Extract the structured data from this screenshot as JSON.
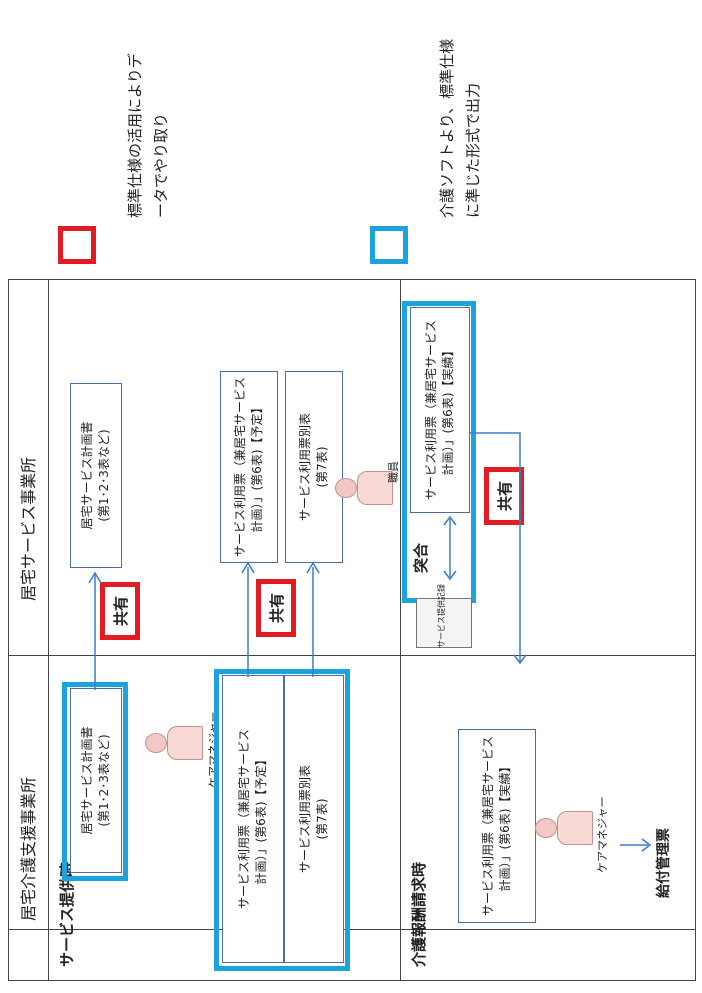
{
  "columns": {
    "care_support": "居宅介護支援事業所",
    "home_service": "居宅サービス事業所"
  },
  "rows": {
    "service_time": "サービス提供時",
    "billing_time": "介護報酬請求時"
  },
  "legend": {
    "red_text_line1": "標準仕様の活用によりデ",
    "red_text_line2": "ータでやり取り",
    "blue_text_line1": "介護ソフトより、標準仕様",
    "blue_text_line2": "に準じた形式で出力"
  },
  "boxes": {
    "care_plan_left_l1": "居宅サービス計画書",
    "care_plan_left_l2": "(第1･2･3表など)",
    "care_plan_right_l1": "居宅サービス計画書",
    "care_plan_right_l2": "(第1･2･3表など)",
    "usage_left_l1": "サービス利用票（兼居宅サービス",
    "usage_left_l2": "計画）」(第6表)【予定】",
    "usage_right_l1": "サービス利用票（兼居宅サービス",
    "usage_right_l2": "計画）」(第6表)【予定】",
    "separate_left_l1": "サービス利用票別表",
    "separate_left_l2": "(第7表)",
    "separate_right_l1": "サービス利用票別表",
    "separate_right_l2": "(第7表)",
    "actual_right_l1": "サービス利用票（兼居宅サービス",
    "actual_right_l2": "計画）」(第6表)【実績】",
    "actual_left_l1": "サービス利用票（兼居宅サービス",
    "actual_left_l2": "計画）」(第6表)【実績】"
  },
  "labels": {
    "shared": "共有",
    "care_manager": "ケアマネジャー",
    "staff": "職員",
    "reconcile": "突合",
    "service_record": "サービス提供記録",
    "benefit_sheet": "給付管理票"
  },
  "colors": {
    "red": "#e31b23",
    "blue": "#1aa3dc",
    "arrow": "#3b7bd0"
  }
}
